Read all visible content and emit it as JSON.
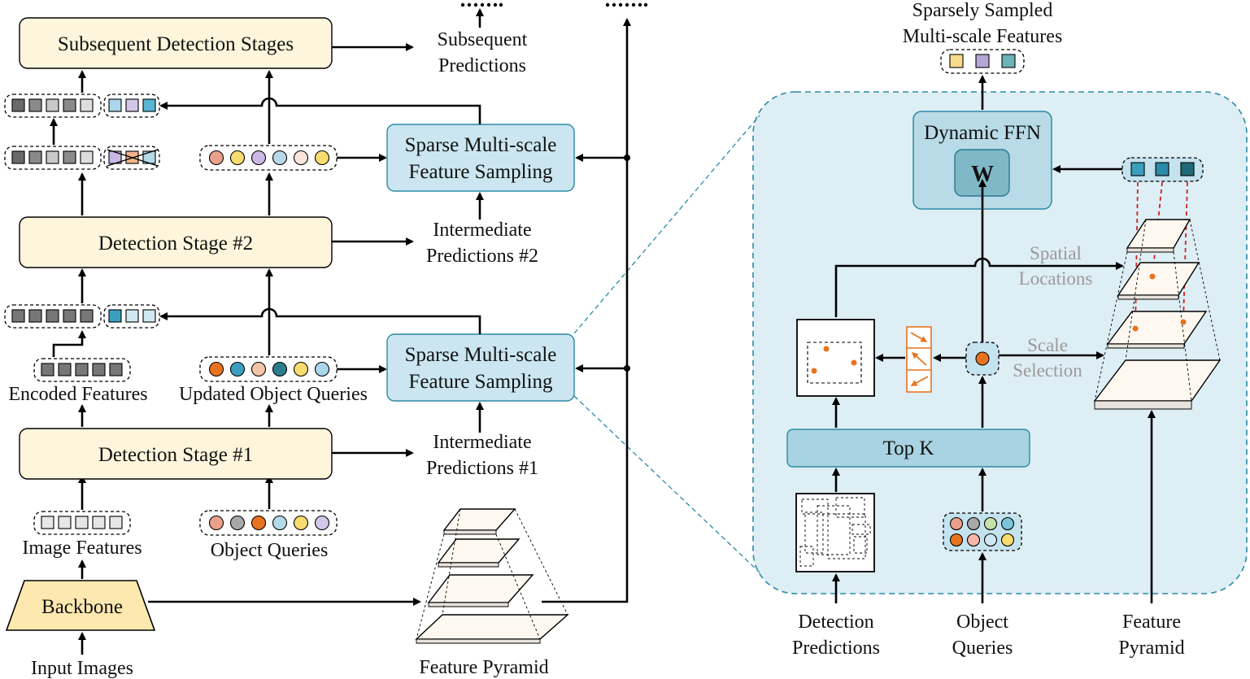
{
  "left": {
    "input_images": "Input Images",
    "backbone": "Backbone",
    "image_features": "Image Features",
    "object_queries": "Object Queries",
    "stage1": "Detection Stage #1",
    "encoded_features": "Encoded Features",
    "updated_object_queries": "Updated Object Queries",
    "stage2": "Detection Stage #2",
    "subsequent_stages": "Subsequent Detection Stages",
    "feature_pyramid": "Feature Pyramid",
    "sparse_sampling_line1": "Sparse Multi-scale",
    "sparse_sampling_line2": "Feature Sampling",
    "intermediate_1_line1": "Intermediate",
    "intermediate_1_line2": "Predictions #1",
    "intermediate_2_line1": "Intermediate",
    "intermediate_2_line2": "Predictions #2",
    "subsequent_pred_line1": "Subsequent",
    "subsequent_pred_line2": "Predictions"
  },
  "right": {
    "sampled_line1": "Sparsely Sampled",
    "sampled_line2": "Multi-scale Features",
    "dynamic_ffn": "Dynamic FFN",
    "weight": "W",
    "spatial_line1": "Spatial",
    "spatial_line2": "Locations",
    "scale_line1": "Scale",
    "scale_line2": "Selection",
    "topk": "Top K",
    "det_pred_line1": "Detection",
    "det_pred_line2": "Predictions",
    "obj_q_line1": "Object",
    "obj_q_line2": "Queries",
    "fp_line1": "Feature",
    "fp_line2": "Pyramid"
  },
  "colors": {
    "stage_fill": "#fdf6dc",
    "sparse_fill": "#cbe6f0",
    "panel_fill": "#deeef5",
    "orange": "#e8731f",
    "red_dashed": "#cc2222",
    "teal": "#2a8aa6"
  }
}
